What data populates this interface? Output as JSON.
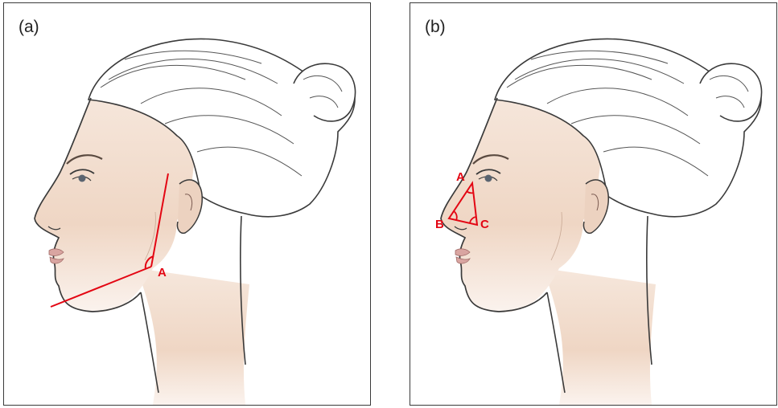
{
  "panels": [
    {
      "id": "a",
      "label": "(a)",
      "markers": {
        "a": "A"
      }
    },
    {
      "id": "b",
      "label": "(b)",
      "markers": {
        "a": "A",
        "b": "B",
        "c": "C"
      }
    }
  ],
  "colors": {
    "angle_lines": "#e30613",
    "skin": "#f0d9c8",
    "outline": "#3a3a3a"
  },
  "icons": [
    "woman-head-profile-illustration"
  ]
}
